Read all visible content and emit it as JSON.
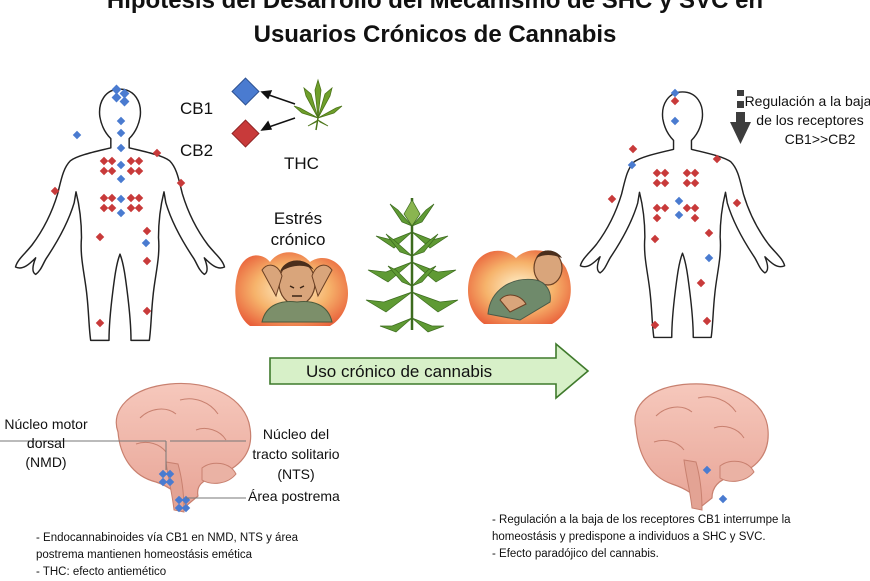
{
  "title": {
    "line1": "Hipótesis del Desarrollo del Mecanismo de SHC y SVC en",
    "line2": "Usuarios Crónicos de Cannabis"
  },
  "legend": {
    "cb1": "CB1",
    "cb2": "CB2",
    "thc": "THC",
    "cb1_color": "#4a7bd0",
    "cb2_color": "#c83a3a"
  },
  "stress": {
    "line1": "Estrés",
    "line2": "crónico"
  },
  "arrow": {
    "label": "Uso crónico de cannabis",
    "color": "#d7f0c8"
  },
  "downregulation": {
    "line1": "Regulación a la baja",
    "line2": "de los receptores",
    "line3": "CB1>>CB2"
  },
  "brain_labels": {
    "nmd_line1": "Núcleo motor",
    "nmd_line2": "dorsal",
    "nmd_line3": "(NMD)",
    "nts_line1": "Núcleo del",
    "nts_line2": "tracto solitario",
    "nts_line3": "(NTS)",
    "ap": "Área postrema"
  },
  "notes_left": {
    "line1": "- Endocannabinoides vía CB1 en NMD, NTS y área",
    "line2": "postrema mantienen homeostásis emética",
    "line3": "- THC: efecto antiemético"
  },
  "notes_right": {
    "line1": "- Regulación a la baja de los receptores CB1 interrumpe la",
    "line2": "homeostásis y predispone a individuos a SHC y SVC.",
    "line3": "- Efecto paradójico del cannabis."
  }
}
